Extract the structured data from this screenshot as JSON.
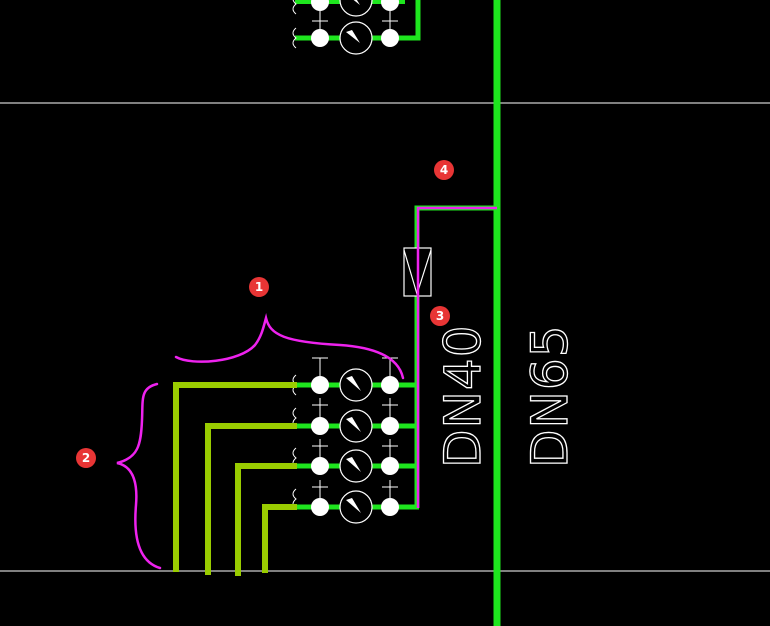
{
  "colors": {
    "background": "#000000",
    "gridline": "#ffffff",
    "main_pipe": "#1ee61e",
    "branch_pipe": "#99cc00",
    "markup": "#ee22ee",
    "badge": "#e83535",
    "symbol": "#ffffff"
  },
  "labels": {
    "branch_pipe_size": "DN40",
    "main_pipe_size": "DN65"
  },
  "badges": [
    {
      "number": "1"
    },
    {
      "number": "2"
    },
    {
      "number": "3"
    },
    {
      "number": "4"
    }
  ],
  "icons": {
    "ball_valve": "valve-icon",
    "meter": "meter-icon",
    "union": "union-icon",
    "check_valve": "check-valve-icon"
  }
}
